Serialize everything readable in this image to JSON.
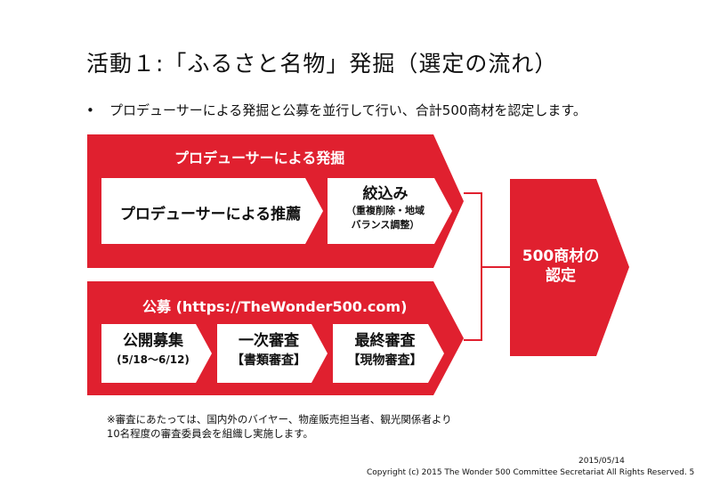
{
  "title": "活動１:「ふるさと名物」発掘（選定の流れ）",
  "bullet": {
    "marker": "•",
    "text": "プロデューサーによる発掘と公募を並行して行い、合計500商材を認定します。"
  },
  "producer_track": {
    "label": "プロデューサーによる発掘",
    "recommend": "プロデューサーによる推薦",
    "narrow_title": "絞込み",
    "narrow_detail_1": "（重複削除・地域",
    "narrow_detail_2": "バランス調整）"
  },
  "public_track": {
    "label": "公募 (https://TheWonder500.com)",
    "recruit_title": "公開募集",
    "recruit_dates": "(5/18〜6/12)",
    "first_title": "一次審査",
    "first_detail": "【書類審査】",
    "final_title": "最終審査",
    "final_detail": "【現物審査】"
  },
  "result": {
    "line1": "500商材の",
    "line2": "認定"
  },
  "note": {
    "line1": "※審査にあたっては、国内外のバイヤー、物産販売担当者、観光関係者より",
    "line2": "10名程度の審査委員会を組織し実施します。"
  },
  "footer": {
    "date": "2015/05/14",
    "copyright": "Copyright (c) 2015 The Wonder 500 Committee Secretariat All Rights Reserved.  5"
  },
  "colors": {
    "brand_red": "#e0202f",
    "connector": "#e0202f",
    "box_fill": "#ffffff"
  }
}
